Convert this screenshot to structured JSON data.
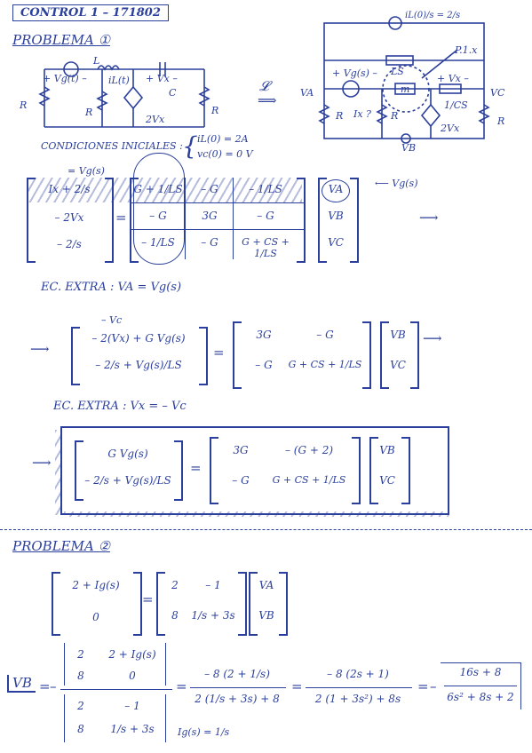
{
  "header": {
    "title": "CONTROL 1 – 171802"
  },
  "problem1": {
    "heading": "PROBLEMA ①",
    "circuit_left": {
      "labels": [
        "L",
        "+ Vg(t) –",
        "iL(t)",
        "+ Vx –",
        "C",
        "R",
        "R",
        "2Vx",
        "R"
      ]
    },
    "circuit_right": {
      "top_source": "iL(0)/s = 2/s",
      "labels": [
        "VA",
        "+ Vg(s) –",
        "LS",
        "P.1.x",
        "+ Vx –",
        "1/CS",
        "VC",
        "R",
        "Ix ?",
        "R",
        "2Vx",
        "VB",
        "R"
      ],
      "laplace_symbol": "𝓛",
      "node_name": "m"
    },
    "initial_conditions_label": "CONDICIONES INICIALES :",
    "initial_conditions": [
      "iL(0) = 2A",
      "vc(0) = 0 V"
    ],
    "mat1": {
      "annot_top": "= Vg(s)",
      "lhs": [
        "Ix + 2/s",
        "– 2Vx",
        "– 2/s"
      ],
      "A": [
        [
          "G + 1/LS",
          "– G",
          "– 1/LS"
        ],
        [
          "– G",
          "3G",
          "– G"
        ],
        [
          "– 1/LS",
          "– G",
          "G + CS + 1/LS"
        ]
      ],
      "rhs": [
        "VA",
        "VB",
        "VC"
      ],
      "annot_right": "Vg(s)"
    },
    "extra1": "EC. EXTRA :   VA = Vg(s)",
    "mat2": {
      "annot": "– Vc",
      "lhs": [
        "– 2(Vx) + G Vg(s)",
        "– 2/s + Vg(s)/LS"
      ],
      "A": [
        [
          "3G",
          "– G"
        ],
        [
          "– G",
          "G + CS + 1/LS"
        ]
      ],
      "rhs": [
        "VB",
        "VC"
      ]
    },
    "extra2": "EC. EXTRA :   Vx = – Vc",
    "mat3": {
      "lhs": [
        "G Vg(s)",
        "– 2/s + Vg(s)/LS"
      ],
      "A": [
        [
          "3G",
          "– (G + 2)"
        ],
        [
          "– G",
          "G + CS + 1/LS"
        ]
      ],
      "rhs": [
        "VB",
        "VC"
      ]
    }
  },
  "problem2": {
    "heading": "PROBLEMA ②",
    "mat": {
      "lhs": [
        "2 + Ig(s)",
        "0"
      ],
      "A": [
        [
          "2",
          "– 1"
        ],
        [
          "8",
          "1/s + 3s"
        ]
      ],
      "rhs": [
        "VA",
        "VB"
      ]
    },
    "vb_label": "VB",
    "num_det": [
      [
        "2",
        "2 + Ig(s)"
      ],
      [
        "8",
        "0"
      ]
    ],
    "den_det": [
      [
        "2",
        "– 1"
      ],
      [
        "8",
        "1/s + 3s"
      ]
    ],
    "step1_num": "– 8 (2 + 1/s)",
    "step1_den": "2 (1/s + 3s) + 8",
    "step2_num": "– 8 (2s + 1)",
    "step2_den": "2 (1 + 3s²) + 8s",
    "result_num": "16s + 8",
    "result_den": "6s² + 8s + 2",
    "note": "Ig(s) = 1/s"
  }
}
